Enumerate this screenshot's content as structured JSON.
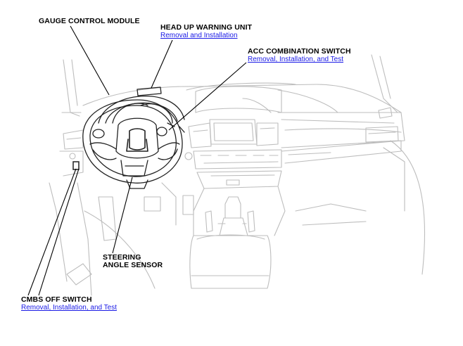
{
  "callouts": {
    "gauge_control_module": {
      "title": "GAUGE CONTROL MODULE"
    },
    "head_up_warning_unit": {
      "title": "HEAD UP WARNING UNIT",
      "link": "Removal and Installation"
    },
    "acc_combination_switch": {
      "title": "ACC COMBINATION SWITCH",
      "link": "Removal, Installation, and Test"
    },
    "steering_angle_sensor": {
      "title_line1": "STEERING",
      "title_line2": "ANGLE SENSOR"
    },
    "cmbs_off_switch": {
      "title": "CMBS OFF SWITCH",
      "link": "Removal, Installation, and Test"
    }
  },
  "colors": {
    "line_art": "#bdbdbd",
    "dark_parts": "#222222",
    "leader_lines": "#000000",
    "link": "#1a1ae6"
  }
}
